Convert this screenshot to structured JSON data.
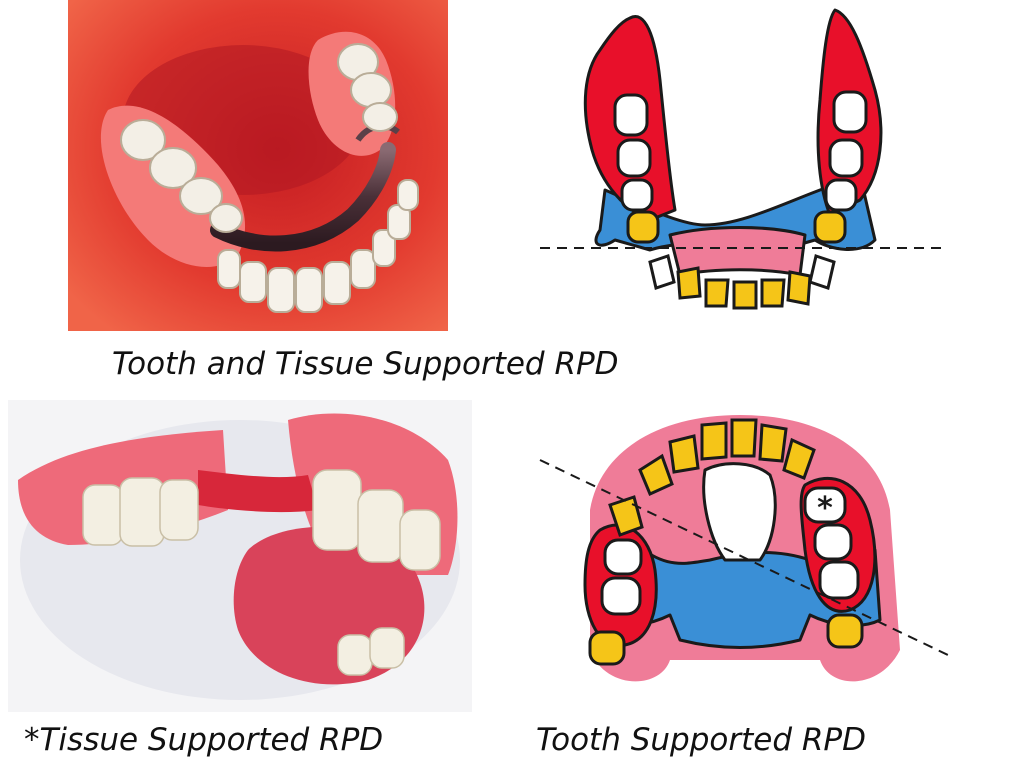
{
  "captions": {
    "top": "Tooth and Tissue Supported RPD",
    "bottom_left": "*Tissue Supported RPD",
    "bottom_right": "Tooth Supported RPD"
  },
  "diagram": {
    "asterisk": "*"
  },
  "colors": {
    "denture_base_red": "#e8102a",
    "metal_connector_blue": "#3a8fd6",
    "gum_pink": "#ef7c98",
    "tooth_yellow": "#f5c518",
    "outline": "#1a1a1a"
  },
  "images": [
    {
      "name": "mouth-photo",
      "subject": "partial denture in open mouth"
    },
    {
      "name": "maxillary-arch-diagram",
      "subject": "tooth and tissue supported RPD"
    },
    {
      "name": "acrylic-denture-photo",
      "subject": "tissue supported RPD"
    },
    {
      "name": "mandibular-arch-diagram",
      "subject": "tooth supported RPD"
    }
  ]
}
